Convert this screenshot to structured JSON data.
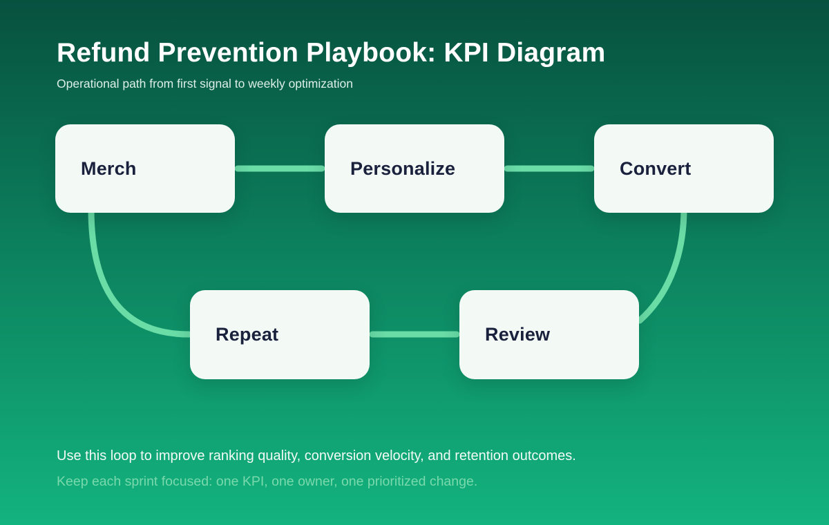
{
  "header": {
    "title": "Refund Prevention Playbook: KPI Diagram",
    "subtitle": "Operational path from first signal to weekly optimization"
  },
  "chart_data": {
    "type": "diagram",
    "flow": "loop",
    "nodes": [
      "Merch",
      "Personalize",
      "Convert",
      "Repeat",
      "Review"
    ],
    "edges": [
      [
        "Merch",
        "Personalize"
      ],
      [
        "Personalize",
        "Convert"
      ],
      [
        "Convert",
        "Review"
      ],
      [
        "Review",
        "Repeat"
      ],
      [
        "Repeat",
        "Merch"
      ]
    ]
  },
  "nodes": [
    {
      "id": "merch",
      "label": "Merch"
    },
    {
      "id": "personalize",
      "label": "Personalize"
    },
    {
      "id": "convert",
      "label": "Convert"
    },
    {
      "id": "repeat",
      "label": "Repeat"
    },
    {
      "id": "review",
      "label": "Review"
    }
  ],
  "footer": {
    "line1": "Use this loop to improve ranking quality, conversion velocity, and retention outcomes.",
    "line2": "Keep each sprint focused: one KPI, one owner, one prioritized change."
  },
  "colors": {
    "background_top": "#07513f",
    "background_mid": "#0d8560",
    "background_bottom": "#13b37e",
    "connector": "#6adca6",
    "node_fill": "#f3f9f5",
    "node_text": "#19213c",
    "title_text": "#ffffff",
    "subtitle_text": "#dcefe7",
    "footer_primary_text": "#f2fbf6",
    "footer_secondary_text": "#79d9ad"
  }
}
